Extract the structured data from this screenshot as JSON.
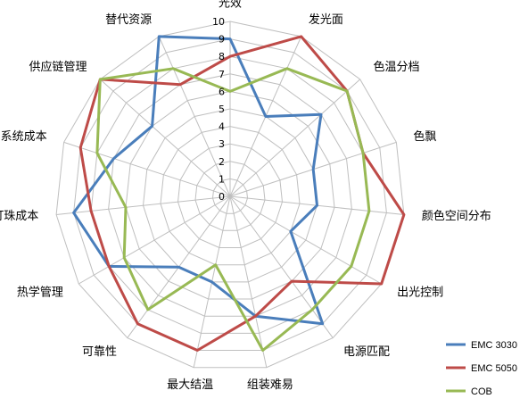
{
  "chart_data": {
    "type": "radar",
    "categories": [
      "光效",
      "发光面",
      "色温分档",
      "色飘",
      "颜色空间分布",
      "出光控制",
      "电源匹配",
      "组装难易",
      "最大结温",
      "可靠性",
      "热学管理",
      "灯珠成本",
      "系统成本",
      "供应链管理",
      "替代资源"
    ],
    "range": [
      0,
      10
    ],
    "ticks": [
      0,
      1,
      2,
      3,
      4,
      5,
      6,
      7,
      8,
      9,
      10
    ],
    "grid": true,
    "legend_position": "bottom-right",
    "series": [
      {
        "name": "EMC 3030",
        "color": "#4a7ebb",
        "values": [
          9,
          5,
          7,
          5,
          5,
          4,
          9,
          7,
          5,
          5,
          8,
          9,
          7,
          6,
          10
        ]
      },
      {
        "name": "EMC 5050",
        "color": "#be4b48",
        "values": [
          8,
          10,
          9,
          8,
          10,
          10,
          6,
          7,
          9,
          9,
          8,
          8,
          9,
          10,
          7
        ]
      },
      {
        "name": "COB",
        "color": "#98b954",
        "values": [
          6,
          8,
          9,
          8,
          8,
          8,
          8,
          9,
          4,
          8,
          7,
          6,
          8,
          10,
          8
        ]
      }
    ]
  }
}
